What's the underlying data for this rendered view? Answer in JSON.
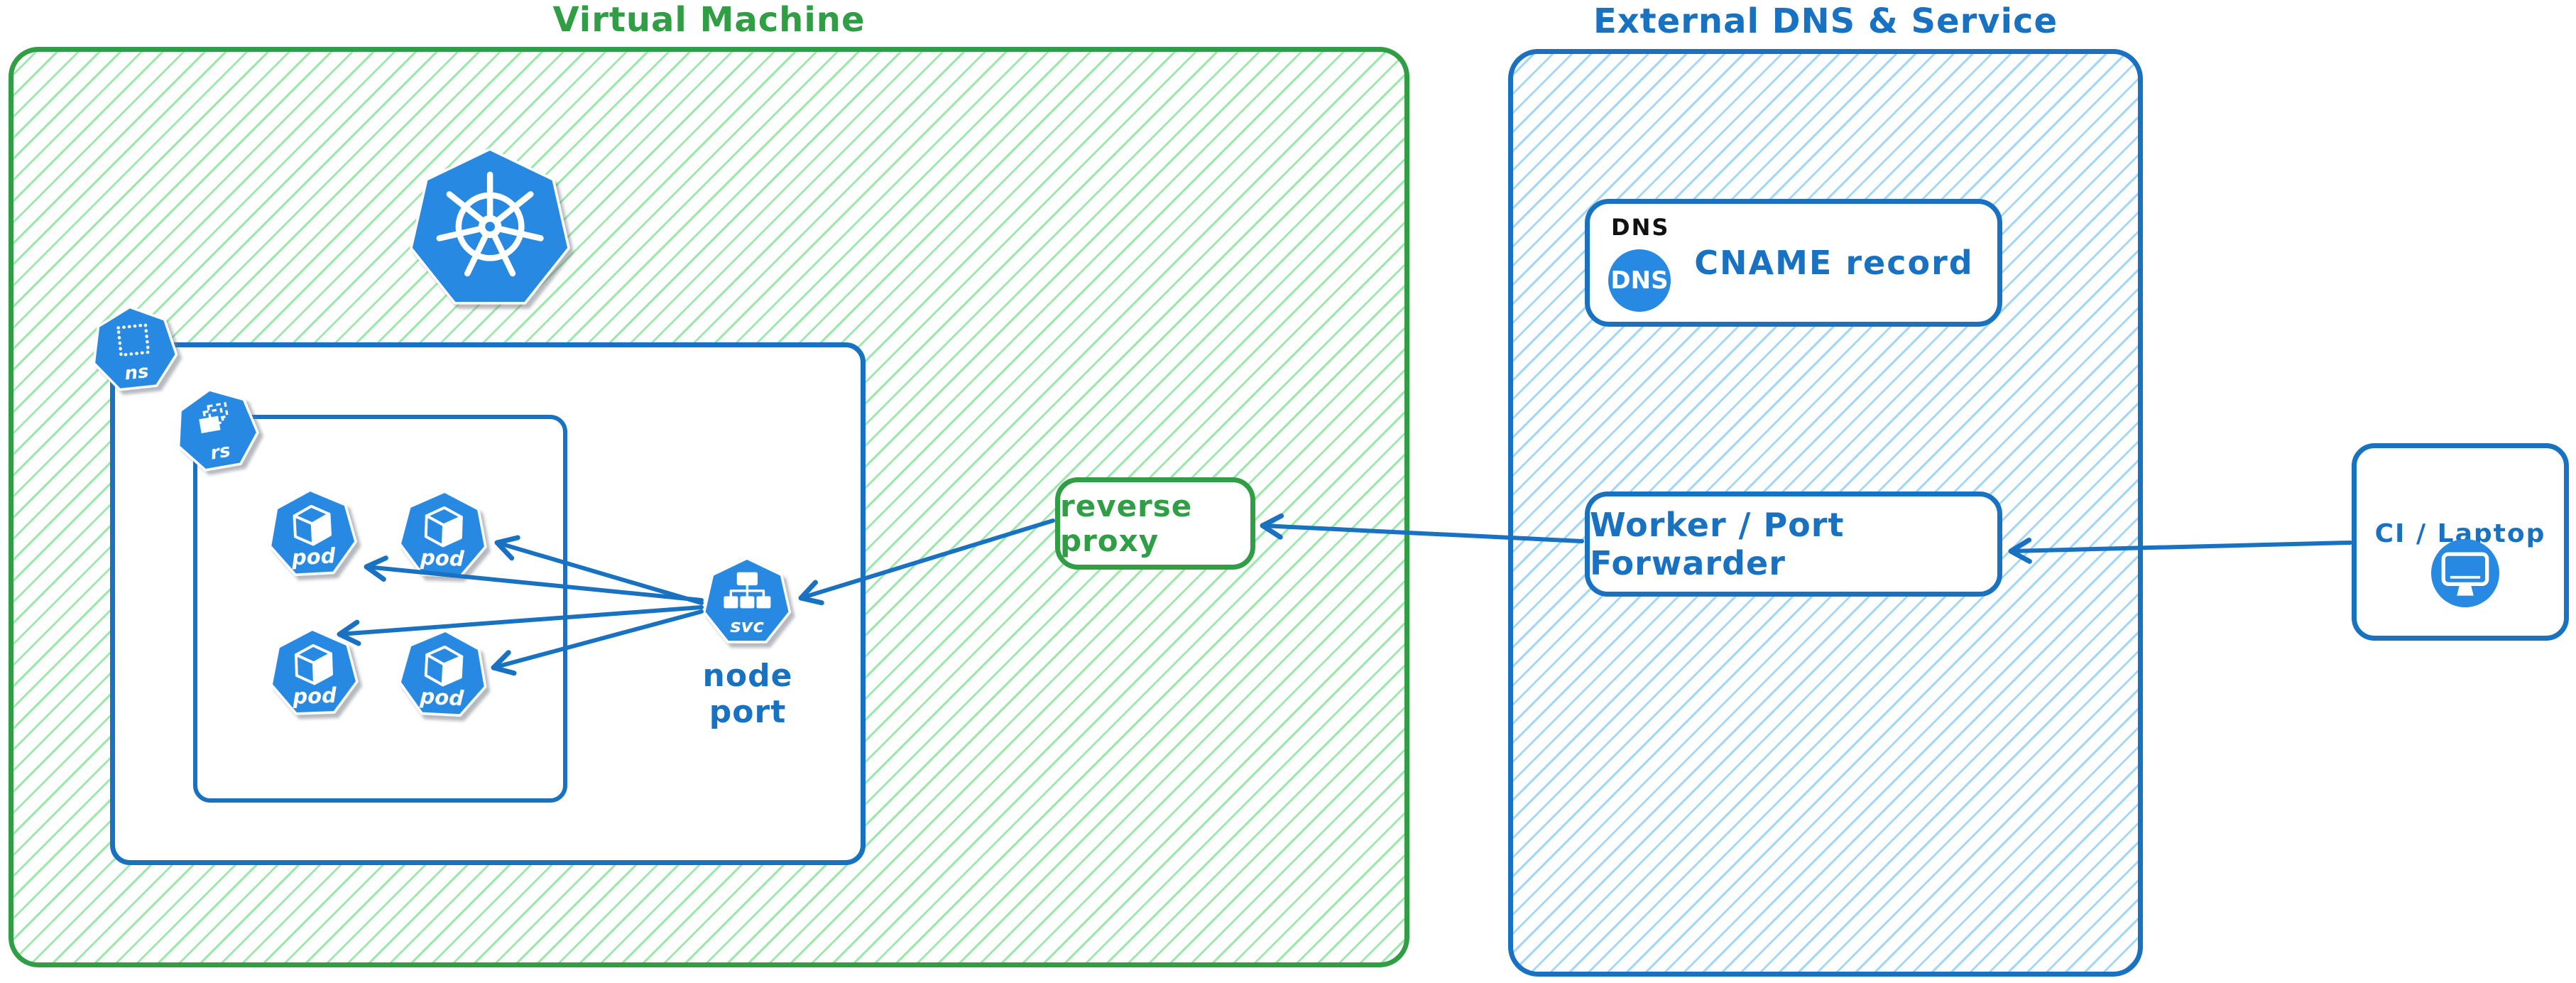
{
  "colors": {
    "green": "#2f9e44",
    "green_hatch": "#9ce8ab",
    "blue": "#1971c2",
    "blue_hatch": "#a3d7f7",
    "icon_blue": "#2789e2",
    "dns_text": "#111111"
  },
  "vm": {
    "title": "Virtual Machine",
    "namespace_label": "ns",
    "replicaset_label": "rs",
    "service_label": "svc",
    "pod_labels": [
      "pod",
      "pod",
      "pod",
      "pod"
    ],
    "node_port_label": "node port",
    "reverse_proxy_label": "reverse proxy"
  },
  "external": {
    "title": "External DNS & Service",
    "dns_title": "DNS",
    "dns_badge": "DNS",
    "cname_label": "CNAME record",
    "worker_label": "Worker / Port Forwarder"
  },
  "client": {
    "label": "CI / Laptop"
  }
}
